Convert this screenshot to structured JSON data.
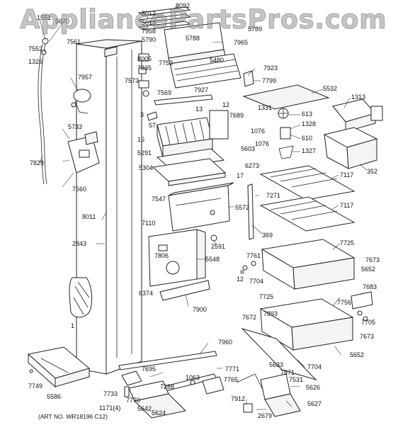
{
  "watermark": "AppliancePartsPros.com",
  "art_number": "(ART NO. WR18196 C12)",
  "part_labels": {
    "p1551": "1551",
    "p5670": "5670",
    "p7552": "7552",
    "p7561": "7561",
    "p1326": "1326",
    "p8012": "8012",
    "p8092": "8092",
    "p5013": "5013",
    "p7958": "7958",
    "p5790": "5790",
    "p5788": "5788",
    "p5789": "5789",
    "p7965": "7965",
    "p8005": "8005",
    "p7835": "7835",
    "p7752": "7752",
    "p5480": "5480",
    "p7923": "7923",
    "p7799": "7799",
    "p7957": "7957",
    "p7573": "7573",
    "p7569": "7569",
    "p7927": "7927",
    "p5532": "5532",
    "p1313": "1313",
    "p3": "3",
    "p13": "13",
    "p12a": "12",
    "p57": "57",
    "p7689": "7689",
    "p1331": "1331",
    "p613": "613",
    "p1328": "1328",
    "p5733": "5733",
    "p15": "15",
    "p1076a": "1076",
    "p610": "610",
    "p5291": "5291",
    "p5603": "5603",
    "p1076b": "1076",
    "p1327": "1327",
    "p7829": "7829",
    "p5304": "5304",
    "p6273": "6273",
    "p17": "17",
    "p352": "352",
    "p7117a": "7117",
    "p7560": "7560",
    "p7271": "7271",
    "p7547": "7547",
    "p8011": "8011",
    "p5572": "5572",
    "p7117b": "7117",
    "p7110": "7110",
    "p369": "369",
    "p2843": "2843",
    "p2591": "2591",
    "p7725a": "7725",
    "p7806": "7806",
    "p5548": "5548",
    "p7761": "7761",
    "p7673a": "7673",
    "p5652a": "5652",
    "p12b": "12",
    "p7704a": "7704",
    "p6374": "6374",
    "p7683": "7683",
    "p7725b": "7725",
    "p7900": "7900",
    "p7756": "7756",
    "p1": "1",
    "p7893": "7893",
    "p7705": "7705",
    "p7672": "7672",
    "p7673b": "7673",
    "p7960": "7960",
    "p5652b": "5652",
    "p7749": "7749",
    "p7695": "7695",
    "p7771": "7771",
    "p5633": "5633",
    "p7704b": "7704",
    "p5586": "5586",
    "p1063": "1063",
    "p7871": "7871",
    "p7288": "7288",
    "p7765": "7765",
    "p7531": "7531",
    "p7733": "7733",
    "p7770": "7770",
    "p5626": "5626",
    "p1171": "1171(4)",
    "p5642": "5642",
    "p5624": "5624",
    "p7912": "7912",
    "p5627": "5627",
    "p2679": "2679"
  }
}
